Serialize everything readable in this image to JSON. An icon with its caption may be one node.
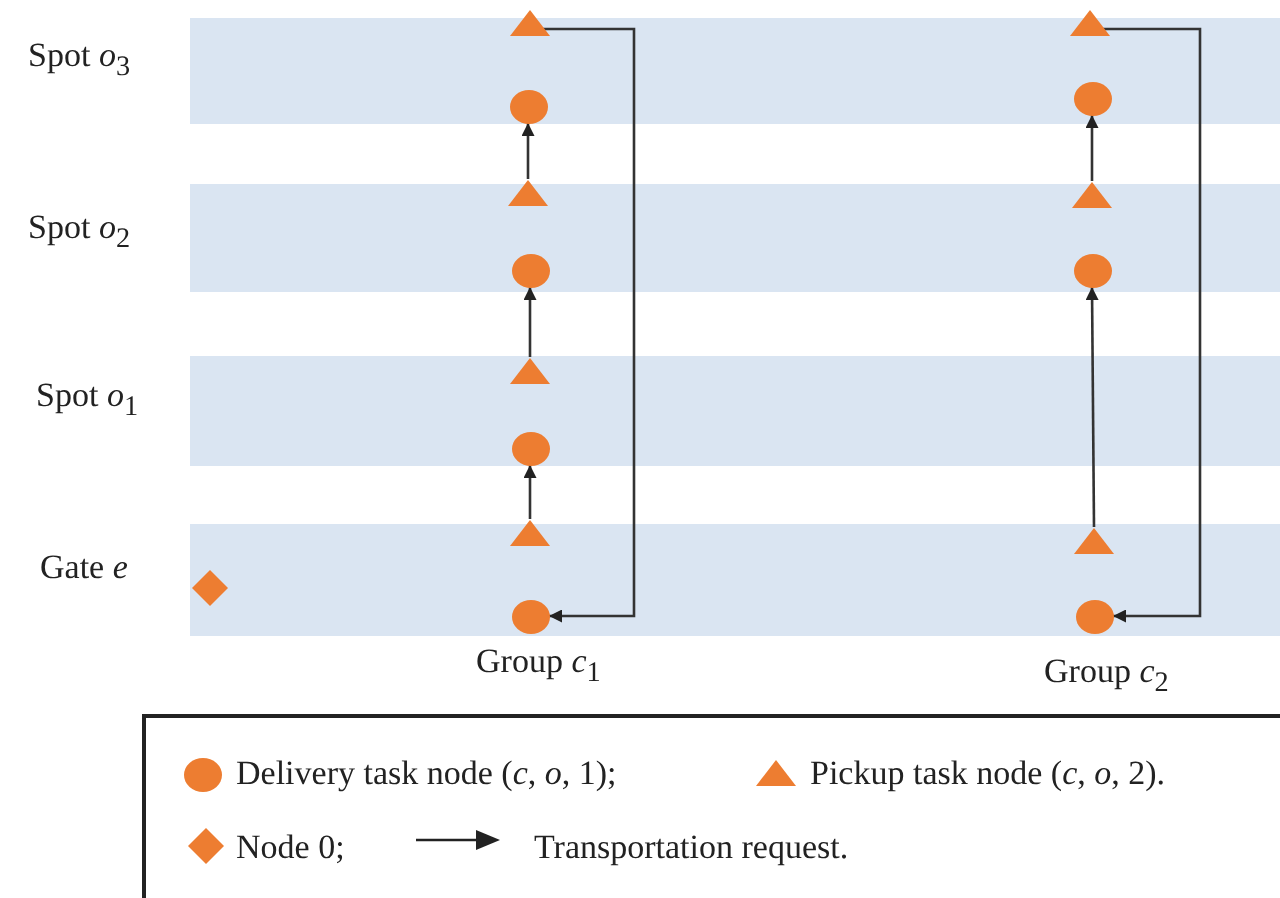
{
  "diagram": {
    "nodes": [
      {
        "text": [],
        "shape": "triangle"
      },
      {
        "text": [],
        "shape": "circle"
      },
      {
        "text": [],
        "shape": "triangle"
      },
      {
        "text": [],
        "shape": "circle"
      },
      {
        "text": [],
        "shape": "triangle"
      },
      {
        "text": [],
        "shape": "circle"
      },
      {
        "text": [],
        "shape": "triangle"
      },
      {
        "text": [],
        "shape": "circle"
      },
      {
        "text": [],
        "shape": "triangle"
      },
      {
        "text": [],
        "shape": "circle"
      },
      {
        "text": [],
        "shape": "triangle"
      },
      {
        "text": [],
        "shape": "circle"
      },
      {
        "text": [],
        "shape": "triangle"
      },
      {
        "text": [],
        "shape": "circle"
      },
      {
        "text": [],
        "shape": "diamond"
      }
    ],
    "edges": [
      {
        "from": 6,
        "to": 5,
        "arrow": "to"
      },
      {
        "from": 4,
        "to": 3,
        "arrow": "to"
      },
      {
        "from": 2,
        "to": 1,
        "arrow": "to"
      },
      {
        "from": 0,
        "to": 7,
        "arrow": "to"
      },
      {
        "from": 10,
        "to": 9,
        "arrow": "to"
      },
      {
        "from": 12,
        "to": 11,
        "arrow": "to"
      },
      {
        "from": 8,
        "to": 13,
        "arrow": "to"
      }
    ],
    "labels": [
      "Spot *o*$_{3}$",
      "Spot *o*$_{2}$",
      "Spot *o*$_{1}$",
      "Gate *e*",
      "Group *c*$_{1}$",
      "Group *c*$_{2}$"
    ],
    "legend": [
      {
        "text": "Delivery task node (*c*, *o*, 1);"
      },
      {
        "text": "Pickup task node (*c*, *o*, 2)."
      },
      {
        "text": "Node 0;"
      },
      {
        "text": "Transportation request."
      }
    ]
  }
}
